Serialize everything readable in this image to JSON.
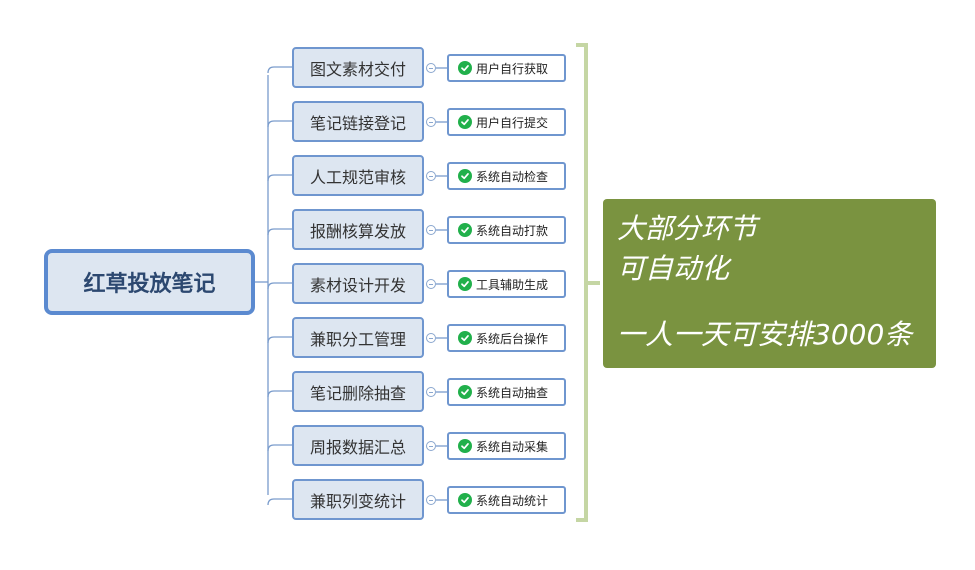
{
  "root": {
    "label": "红草投放笔记"
  },
  "steps": [
    {
      "label": "图文素材交付",
      "tag": "用户自行获取"
    },
    {
      "label": "笔记链接登记",
      "tag": "用户自行提交"
    },
    {
      "label": "人工规范审核",
      "tag": "系统自动检查"
    },
    {
      "label": "报酬核算发放",
      "tag": "系统自动打款"
    },
    {
      "label": "素材设计开发",
      "tag": "工具辅助生成"
    },
    {
      "label": "兼职分工管理",
      "tag": "系统后台操作"
    },
    {
      "label": "笔记删除抽查",
      "tag": "系统自动抽查"
    },
    {
      "label": "周报数据汇总",
      "tag": "系统自动采集"
    },
    {
      "label": "兼职列变统计",
      "tag": "系统自动统计"
    }
  ],
  "summary": {
    "line1": "大部分环节",
    "line2": "可自动化",
    "line3": "一人一天可安排3000条"
  },
  "colors": {
    "node_fill": "#dde6f1",
    "node_border": "#5b8ad0",
    "check_green": "#21b04b",
    "summary_fill": "#7a9340",
    "bracket": "#c5d6a4"
  }
}
